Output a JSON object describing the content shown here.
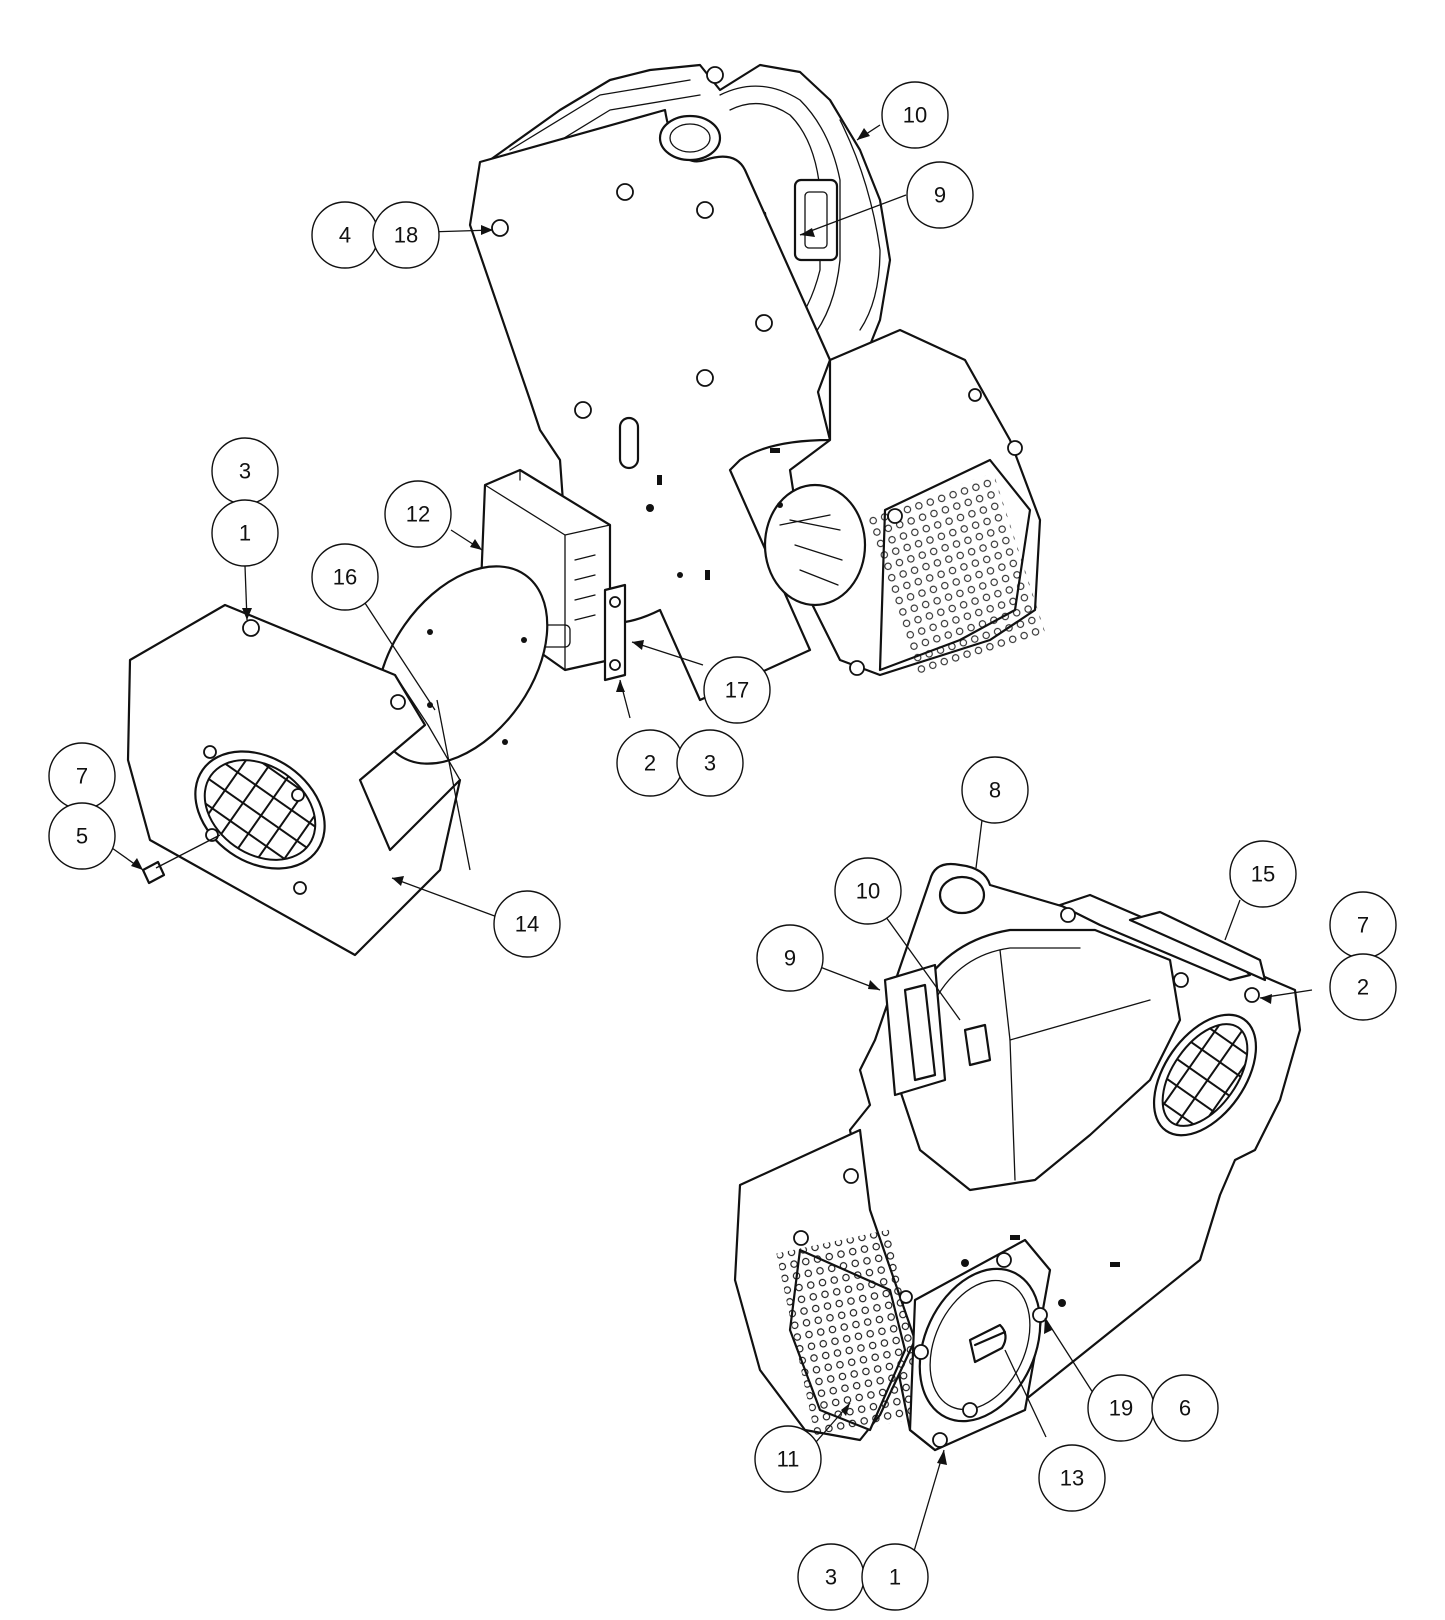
{
  "callouts": {
    "top_4": "4",
    "top_18": "18",
    "top_10": "10",
    "top_9": "9",
    "cover_3": "3",
    "cover_1": "1",
    "cover_7": "7",
    "cover_5": "5",
    "cover_14": "14",
    "plate_16": "16",
    "box_12": "12",
    "box_17": "17",
    "box_2": "2",
    "box_3": "3",
    "bot_8": "8",
    "bot_15": "15",
    "bot_10": "10",
    "bot_9": "9",
    "bot_7": "7",
    "bot_2": "2",
    "bot_19": "19",
    "bot_6": "6",
    "bot_13": "13",
    "bot_11": "11",
    "bot_3": "3",
    "bot_1": "1"
  }
}
